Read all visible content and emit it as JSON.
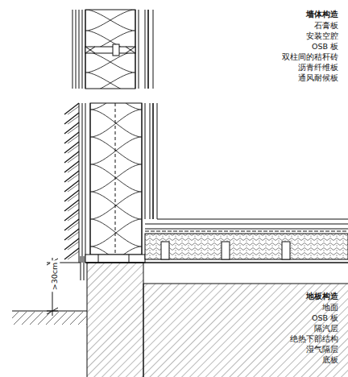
{
  "diagram": {
    "labels": [
      "墙体构造",
      "石膏板",
      "安装空腔",
      "OSB 板",
      "双柱间的秸秆砖",
      "沥青纤维板",
      "通风耐候板",
      "地板构造",
      "地面",
      "OSB 板",
      "隔汽层",
      "绝热下部结构",
      "湿气隔层",
      "底板",
      ">30cm"
    ]
  }
}
